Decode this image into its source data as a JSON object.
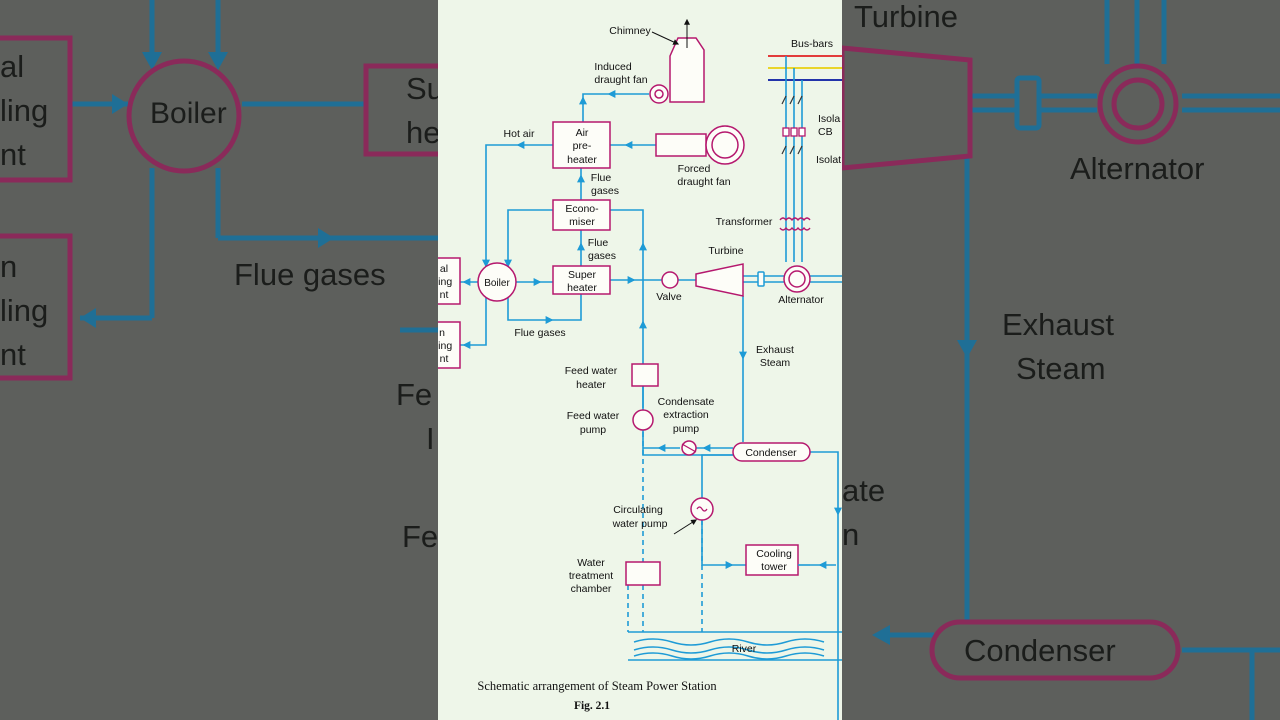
{
  "colors": {
    "pipe": "#1e9bd6",
    "box": "#b5186e",
    "bg_panel": "#eef6e9",
    "bg_side": "#5d5f5c",
    "bus_red": "#e23b3b",
    "bus_yellow": "#e9d52b",
    "bus_blue": "#2233aa"
  },
  "background_left": {
    "boiler": "Boiler",
    "fragment_top_1": "al",
    "fragment_top_2": "ling",
    "fragment_top_3": "nt",
    "fragment_mid_1": "n",
    "fragment_mid_2": "ling",
    "fragment_mid_3": "nt",
    "super_fragment_1": "Su",
    "super_fragment_2": "he",
    "flue_gases": "Flue gases",
    "feed_fragment_1": "Fe",
    "feed_fragment_2": "I",
    "feed_fragment_3": "Fe"
  },
  "background_right": {
    "turbine": "Turbine",
    "alternator": "Alternator",
    "exhaust_1": "Exhaust",
    "exhaust_2": "Steam",
    "fragment_1": "ate",
    "fragment_2": "n",
    "condenser": "Condenser"
  },
  "diagram": {
    "chimney": "Chimney",
    "induced_1": "Induced",
    "induced_2": "draught fan",
    "hot_air": "Hot air",
    "air_pre_1": "Air",
    "air_pre_2": "pre-",
    "air_pre_3": "heater",
    "forced_1": "Forced",
    "forced_2": "draught fan",
    "flue_gases_upper_1": "Flue",
    "flue_gases_upper_2": "gases",
    "economiser_1": "Econo-",
    "economiser_2": "miser",
    "flue_gases_mid_1": "Flue",
    "flue_gases_mid_2": "gases",
    "coal_frag_1": "al",
    "coal_frag_2": "ling",
    "coal_frag_3": "nt",
    "ash_frag_1": "n",
    "ash_frag_2": "ling",
    "ash_frag_3": "nt",
    "boiler": "Boiler",
    "super_1": "Super",
    "super_2": "heater",
    "flue_gases_low": "Flue gases",
    "valve": "Valve",
    "turbine": "Turbine",
    "alternator": "Alternator",
    "bus_bars": "Bus-bars",
    "isola": "Isola",
    "cb": "CB",
    "isolat": "Isolat",
    "transformer": "Transformer",
    "exhaust_1": "Exhaust",
    "exhaust_2": "Steam",
    "feed_heater_1": "Feed water",
    "feed_heater_2": "heater",
    "feed_pump_1": "Feed water",
    "feed_pump_2": "pump",
    "condensate_1": "Condensate",
    "condensate_2": "extraction",
    "condensate_3": "pump",
    "condenser": "Condenser",
    "circulating_1": "Circulating",
    "circulating_2": "water pump",
    "cooling_1": "Cooling",
    "cooling_2": "tower",
    "water_1": "Water",
    "water_2": "treatment",
    "water_3": "chamber",
    "river": "River",
    "caption": "Schematic arrangement of Steam Power Station",
    "fig": "Fig. 2.1"
  }
}
